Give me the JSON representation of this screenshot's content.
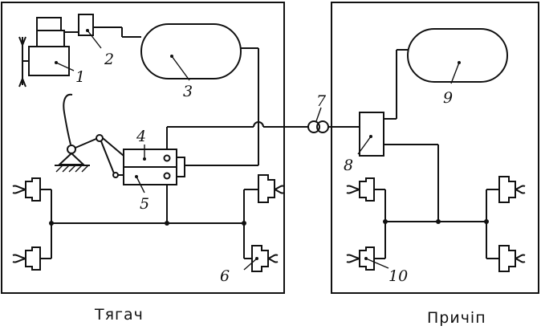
{
  "diagram": {
    "captions": {
      "tractor": "Тягач",
      "trailer": "Причіп"
    },
    "callouts": {
      "c1": "1",
      "c2": "2",
      "c3": "3",
      "c4": "4",
      "c5": "5",
      "c6": "6",
      "c7": "7",
      "c8": "8",
      "c9": "9",
      "c10": "10"
    },
    "colors": {
      "line": "#111111",
      "background": "#ffffff"
    }
  }
}
